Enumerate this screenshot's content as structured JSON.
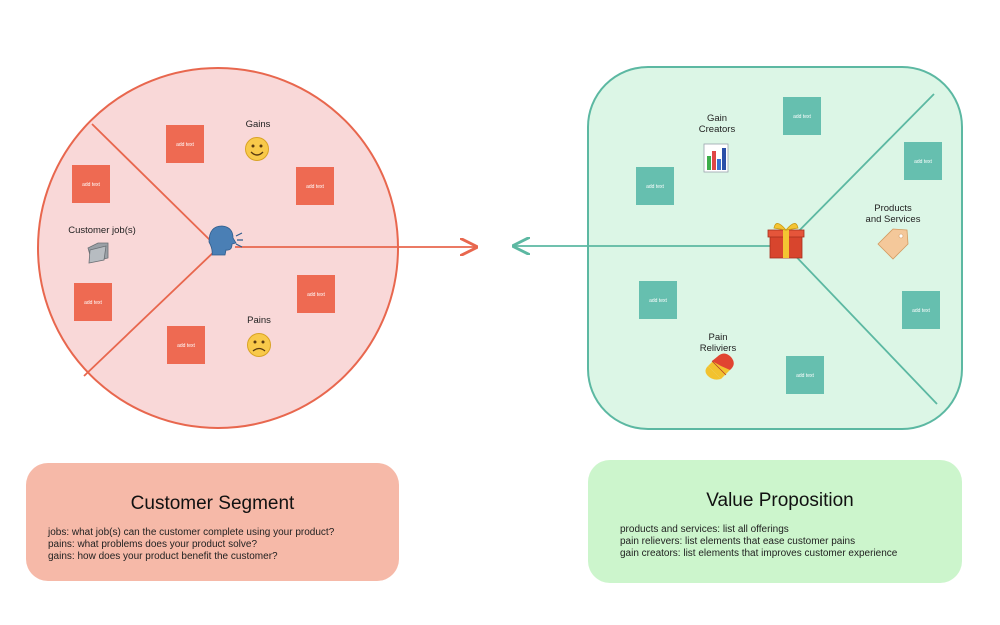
{
  "customer_segment": {
    "colors": {
      "fill": "#f9d8d8",
      "stroke": "#e8674e",
      "sticky": "#ee6a52"
    },
    "gains_label": "Gains",
    "pains_label": "Pains",
    "jobs_label": "Customer job(s)",
    "sticky_text": "add text",
    "icons": [
      "speaking-head-icon",
      "smiling-face-icon",
      "frowning-face-icon",
      "folder-icon"
    ]
  },
  "value_proposition": {
    "colors": {
      "fill": "#dcf6e6",
      "stroke": "#5cb8a2",
      "sticky": "#66bfaf"
    },
    "gain_creators_label": [
      "Gain",
      "Creators"
    ],
    "products_label": [
      "Products",
      "and Services"
    ],
    "pain_relievers_label": [
      "Pain",
      "Reliviers"
    ],
    "sticky_text": "add text",
    "icons": [
      "gift-icon",
      "bar-chart-icon",
      "price-tag-icon",
      "pill-icon"
    ]
  },
  "cards": {
    "customer": {
      "title": "Customer Segment",
      "lines": [
        "jobs: what job(s) can the customer complete using your product?",
        "pains: what problems does your product solve?",
        "gains: how does your product benefit the customer?"
      ],
      "color": "#f6b9a8"
    },
    "value": {
      "title": "Value Proposition",
      "lines": [
        "products and services: list all offerings",
        "pain relievers: list elements that ease customer pains",
        "gain creators: list elements that improves customer experience"
      ],
      "color": "#ccf5cc"
    }
  }
}
